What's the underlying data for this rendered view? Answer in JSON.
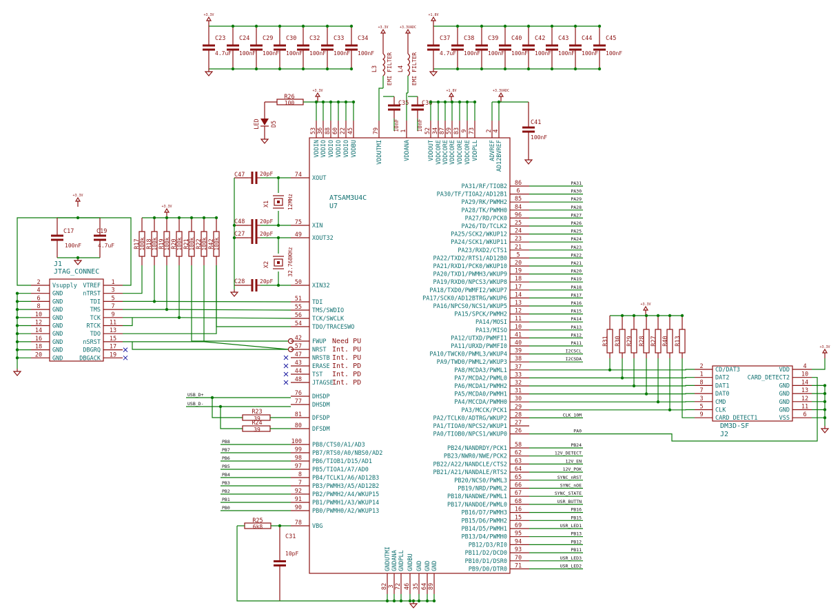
{
  "mcu": {
    "ref": "U7",
    "value": "ATSAM3U4C",
    "top_pins": [
      {
        "num": "53",
        "name": "VDDIN"
      },
      {
        "num": "36",
        "name": "VDDIO"
      },
      {
        "num": "88",
        "name": "VDDIO"
      },
      {
        "num": "60",
        "name": "VDDIO"
      },
      {
        "num": "22",
        "name": "VDDIO"
      },
      {
        "num": "45",
        "name": "VDDBU"
      },
      {
        "num": "79",
        "name": "VDDUTMI"
      },
      {
        "num": "1",
        "name": "VDDANA"
      },
      {
        "num": "52",
        "name": "VDDOUT"
      },
      {
        "num": "34",
        "name": "VDDCORE"
      },
      {
        "num": "87",
        "name": "VDDCORE"
      },
      {
        "num": "59",
        "name": "VDDCORE"
      },
      {
        "num": "83",
        "name": "VDDCORE"
      },
      {
        "num": "9",
        "name": "VDDCORE"
      },
      {
        "num": "73",
        "name": "VDDPLL"
      },
      {
        "num": "2",
        "name": "ADVREF"
      },
      {
        "num": "4",
        "name": "AD12BVREF"
      }
    ],
    "bottom_pins": [
      {
        "num": "82",
        "name": "GNDUTMI"
      },
      {
        "num": "3",
        "name": "GNDANA"
      },
      {
        "num": "72",
        "name": "GNDPLL"
      },
      {
        "num": "46",
        "name": "GNDBU"
      },
      {
        "num": "35",
        "name": "GND"
      },
      {
        "num": "64",
        "name": "GND"
      },
      {
        "num": "89",
        "name": "GND"
      }
    ],
    "left_pins": [
      {
        "num": "74",
        "name": "XOUT"
      },
      {
        "num": "75",
        "name": "XIN"
      },
      {
        "num": "49",
        "name": "XOUT32"
      },
      {
        "num": "50",
        "name": "XIN32"
      },
      {
        "num": "51",
        "name": "TDI"
      },
      {
        "num": "55",
        "name": "TMS/SWDIO"
      },
      {
        "num": "56",
        "name": "TCK/SWCLK"
      },
      {
        "num": "54",
        "name": "TDO/TRACESWO"
      },
      {
        "num": "42",
        "name": "FWUP"
      },
      {
        "num": "57",
        "name": "NRST"
      },
      {
        "num": "47",
        "name": "NRSTB"
      },
      {
        "num": "43",
        "name": "ERASE"
      },
      {
        "num": "44",
        "name": "TST"
      },
      {
        "num": "48",
        "name": "JTAGSEL"
      },
      {
        "num": "76",
        "name": "DHSDP"
      },
      {
        "num": "77",
        "name": "DHSDM"
      },
      {
        "num": "81",
        "name": "DFSDP"
      },
      {
        "num": "80",
        "name": "DFSDM"
      },
      {
        "num": "100",
        "name": "PB8/CTS0/A1/AD3"
      },
      {
        "num": "99",
        "name": "PB7/RTS0/A0/NBS0/AD2"
      },
      {
        "num": "98",
        "name": "PB6/TIOB1/D15/AD1"
      },
      {
        "num": "97",
        "name": "PB5/TIOA1/A7/AD0"
      },
      {
        "num": "8",
        "name": "PB4/TCLK1/A6/AD12B3"
      },
      {
        "num": "7",
        "name": "PB3/PWMH3/A5/AD12B2"
      },
      {
        "num": "92",
        "name": "PB2/PWMH2/A4/WKUP15"
      },
      {
        "num": "91",
        "name": "PB1/PWMH1/A3/WKUP14"
      },
      {
        "num": "90",
        "name": "PB0/PWMH0/A2/WKUP13"
      },
      {
        "num": "78",
        "name": "VBG"
      }
    ],
    "right_pins": [
      {
        "num": "86",
        "name": "PA31/RF/TIOB2"
      },
      {
        "num": "6",
        "name": "PA30/TF/TIOA2/AD12B1"
      },
      {
        "num": "85",
        "name": "PA29/RK/PWMH2"
      },
      {
        "num": "84",
        "name": "PA28/TK/PWMH0"
      },
      {
        "num": "96",
        "name": "PA27/RD/PCK0"
      },
      {
        "num": "25",
        "name": "PA26/TD/TCLK2"
      },
      {
        "num": "24",
        "name": "PA25/SCK2/WKUP12"
      },
      {
        "num": "23",
        "name": "PA24/SCK1/WKUP11"
      },
      {
        "num": "21",
        "name": "PA23/RXD2/CTS1"
      },
      {
        "num": "5",
        "name": "PA22/TXD2/RTS1/AD12B0"
      },
      {
        "num": "20",
        "name": "PA21/RXD1/PCK0/WKUP10"
      },
      {
        "num": "19",
        "name": "PA20/TXD1/PWMH3/WKUP9"
      },
      {
        "num": "18",
        "name": "PA19/RXD0/NPCS3/WKUP8"
      },
      {
        "num": "17",
        "name": "PA18/TXD0/PWMFI2/WKUP7"
      },
      {
        "num": "14",
        "name": "PA17/SCK0/AD12BTRG/WKUP6"
      },
      {
        "num": "13",
        "name": "PA16/NPCS0/NCS1/WKUP5"
      },
      {
        "num": "12",
        "name": "PA15/SPCK/PWMH2"
      },
      {
        "num": "11",
        "name": "PA14/MOSI"
      },
      {
        "num": "10",
        "name": "PA13/MISO"
      },
      {
        "num": "41",
        "name": "PA12/UTXD/PWMFI1"
      },
      {
        "num": "40",
        "name": "PA11/URXD/PWMFI0"
      },
      {
        "num": "39",
        "name": "PA10/TWCK0/PWML3/WKUP4"
      },
      {
        "num": "38",
        "name": "PA9/TWD0/PWML2/WKUP3"
      },
      {
        "num": "37",
        "name": "PA8/MCDA3/PWML1"
      },
      {
        "num": "33",
        "name": "PA7/MCDA2/PWML0"
      },
      {
        "num": "32",
        "name": "PA6/MCDA1/PWMH2"
      },
      {
        "num": "31",
        "name": "PA5/MCDA0/PWMH1"
      },
      {
        "num": "30",
        "name": "PA4/MCCDA/PWMH0"
      },
      {
        "num": "29",
        "name": "PA3/MCCK/PCK1"
      },
      {
        "num": "28",
        "name": "PA2/TCLK0/ADTRG/WKUP2"
      },
      {
        "num": "27",
        "name": "PA1/TIOA0/NPCS2/WKUP1"
      },
      {
        "num": "26",
        "name": "PA0/TIOB0/NPCS1/WKUP0"
      },
      {
        "num": "58",
        "name": "PB24/NANDRDY/PCK1"
      },
      {
        "num": "62",
        "name": "PB23/NWR0/NWE/PCK2"
      },
      {
        "num": "63",
        "name": "PB22/A22/NANDCLE/CTS2"
      },
      {
        "num": "64",
        "name": "PB21/A21/NANDALE/RTS2"
      },
      {
        "num": "65",
        "name": "PB20/NCS0/PWML3"
      },
      {
        "num": "66",
        "name": "PB19/NRD/PWML2"
      },
      {
        "num": "67",
        "name": "PB18/NANDWE/PWML1"
      },
      {
        "num": "68",
        "name": "PB17/NANDOE/PWML0"
      },
      {
        "num": "16",
        "name": "PB16/D7/PWMH3"
      },
      {
        "num": "15",
        "name": "PB15/D6/PWMH2"
      },
      {
        "num": "69",
        "name": "PB14/D5/PWMH1"
      },
      {
        "num": "95",
        "name": "PB13/D4/PWMH0"
      },
      {
        "num": "94",
        "name": "PB12/D3/RI0"
      },
      {
        "num": "93",
        "name": "PB11/D2/DCD0"
      },
      {
        "num": "70",
        "name": "PB10/D1/DSR0"
      },
      {
        "num": "71",
        "name": "PB9/D0/DTR0"
      }
    ],
    "right_nets": [
      "PA31",
      "PA30",
      "PA29",
      "PA28",
      "PA27",
      "PA26",
      "PA25",
      "PA24",
      "PA23",
      "PA22",
      "PA21",
      "PA20",
      "PA19",
      "PA18",
      "PA17",
      "PA16",
      "PA15",
      "PA14",
      "PA13",
      "PA12",
      "PA11",
      "I2CSCL",
      "I2CSDA",
      "",
      "",
      "",
      "",
      "",
      "",
      "CLK_10M",
      "",
      "PA0",
      "PB24",
      "12V_DETECT",
      "12V_EN",
      "12V_POK",
      "SYNC_nRST",
      "SYNC_nOE",
      "SYNC_STATE",
      "USR_BUTTN",
      "PB16",
      "PB15",
      "USR_LED1",
      "PB13",
      "PB12",
      "PB11",
      "USR_LED3",
      "USR_LED2"
    ],
    "left_nets": [
      "PB8",
      "PB7",
      "PB6",
      "PB5",
      "PB4",
      "PB3",
      "PB2",
      "PB1",
      "PB0"
    ],
    "pin_notes": [
      "Need PU",
      "Int. PU",
      "Int. PU",
      "Int. PD",
      "Int. PD",
      "Int. PD"
    ]
  },
  "jtag": {
    "ref": "J1",
    "value": "JTAG_CONNEC",
    "left_pins": [
      {
        "num": "2",
        "name": "Vsupply"
      },
      {
        "num": "4",
        "name": "GND"
      },
      {
        "num": "6",
        "name": "GND"
      },
      {
        "num": "8",
        "name": "GND"
      },
      {
        "num": "10",
        "name": "GND"
      },
      {
        "num": "12",
        "name": "GND"
      },
      {
        "num": "14",
        "name": "GND"
      },
      {
        "num": "16",
        "name": "GND"
      },
      {
        "num": "18",
        "name": "GND"
      },
      {
        "num": "20",
        "name": "GND"
      }
    ],
    "right_pins": [
      {
        "num": "1",
        "name": "VTREF"
      },
      {
        "num": "3",
        "name": "nTRST"
      },
      {
        "num": "5",
        "name": "TDI"
      },
      {
        "num": "7",
        "name": "TMS"
      },
      {
        "num": "9",
        "name": "TCK"
      },
      {
        "num": "11",
        "name": "RTCK"
      },
      {
        "num": "13",
        "name": "TDO"
      },
      {
        "num": "15",
        "name": "nSRST"
      },
      {
        "num": "17",
        "name": "DBGRQ"
      },
      {
        "num": "19",
        "name": "DBGACK"
      }
    ]
  },
  "sd": {
    "ref": "J2",
    "value": "DM3D-SF",
    "left_pins": [
      {
        "num": "2",
        "name": "CD/DAT3"
      },
      {
        "num": "1",
        "name": "DAT2"
      },
      {
        "num": "8",
        "name": "DAT1"
      },
      {
        "num": "7",
        "name": "DAT0"
      },
      {
        "num": "3",
        "name": "CMD"
      },
      {
        "num": "5",
        "name": "CLK"
      },
      {
        "num": "9",
        "name": "CARD_DETECT1"
      }
    ],
    "right_pins": [
      {
        "num": "4",
        "name": "VDD"
      },
      {
        "num": "10",
        "name": "CARD_DETECT2"
      },
      {
        "num": "14",
        "name": "GND"
      },
      {
        "num": "13",
        "name": "GND"
      },
      {
        "num": "12",
        "name": "GND"
      },
      {
        "num": "11",
        "name": "GND"
      },
      {
        "num": "6",
        "name": "VSS"
      }
    ]
  },
  "caps_top_left": [
    {
      "ref": "C23",
      "value": "4.7uF"
    },
    {
      "ref": "C24",
      "value": "100nF"
    },
    {
      "ref": "C29",
      "value": "100nF"
    },
    {
      "ref": "C30",
      "value": "100nF"
    },
    {
      "ref": "C32",
      "value": "100nF"
    },
    {
      "ref": "C33",
      "value": "100nF"
    },
    {
      "ref": "C34",
      "value": "100nF"
    }
  ],
  "caps_top_right": [
    {
      "ref": "C37",
      "value": "4.7uF"
    },
    {
      "ref": "C38",
      "value": "100nF"
    },
    {
      "ref": "C39",
      "value": "100nF"
    },
    {
      "ref": "C40",
      "value": "100nF"
    },
    {
      "ref": "C42",
      "value": "100nF"
    },
    {
      "ref": "C43",
      "value": "100nF"
    },
    {
      "ref": "C44",
      "value": "100nF"
    },
    {
      "ref": "C45",
      "value": "100nF"
    }
  ],
  "jtag_pullups": [
    {
      "ref": "R17",
      "value": "100k"
    },
    {
      "ref": "R18",
      "value": "100k"
    },
    {
      "ref": "R19",
      "value": "100k"
    },
    {
      "ref": "R20",
      "value": "100k"
    },
    {
      "ref": "R21",
      "value": "100k"
    },
    {
      "ref": "R22",
      "value": "100k"
    },
    {
      "ref": "R42",
      "value": "100k"
    }
  ],
  "sd_pullups": [
    "R31",
    "R30",
    "R29",
    "R28",
    "R27",
    "R40",
    "R13"
  ],
  "parts": {
    "r26": {
      "ref": "R26",
      "value": "100"
    },
    "led": {
      "ref": "D5",
      "value": "LED"
    },
    "c17": {
      "ref": "C17",
      "value": "100nF"
    },
    "c19": {
      "ref": "C19",
      "value": "4.7uF"
    },
    "l3": {
      "ref": "L3",
      "value": "EMI FILTER"
    },
    "l4": {
      "ref": "L4",
      "value": "EMI FILTER"
    },
    "c35": {
      "ref": "C35",
      "value": "10nF"
    },
    "c36": {
      "ref": "C36",
      "value": "10nF"
    },
    "c41": {
      "ref": "C41",
      "value": "100nF"
    },
    "c47": {
      "ref": "C47",
      "value": "20pF"
    },
    "c48": {
      "ref": "C48",
      "value": "20pF"
    },
    "c27": {
      "ref": "C27",
      "value": "20pF"
    },
    "c28": {
      "ref": "C28",
      "value": "20pF"
    },
    "x1": {
      "ref": "X1",
      "value": "12MHz"
    },
    "x2": {
      "ref": "X2",
      "value": "32.768KHz"
    },
    "r23": {
      "ref": "R23",
      "value": "39"
    },
    "r24": {
      "ref": "R24",
      "value": "39"
    },
    "r25": {
      "ref": "R25",
      "value": "6k8"
    },
    "c31": {
      "ref": "C31",
      "value": "10pF"
    }
  },
  "usb_nets": [
    "USB_D+",
    "USB_D-"
  ],
  "power_labels": {
    "v33": "+3.3V",
    "vddana": "+3.3VADC",
    "vutmi": "+3.3V",
    "v18": "+1.8V"
  },
  "colors": {
    "wire": "#0a7a0a",
    "component": "#8b1111",
    "pin_text": "#107070",
    "no_connect": "#1a1aa0"
  }
}
